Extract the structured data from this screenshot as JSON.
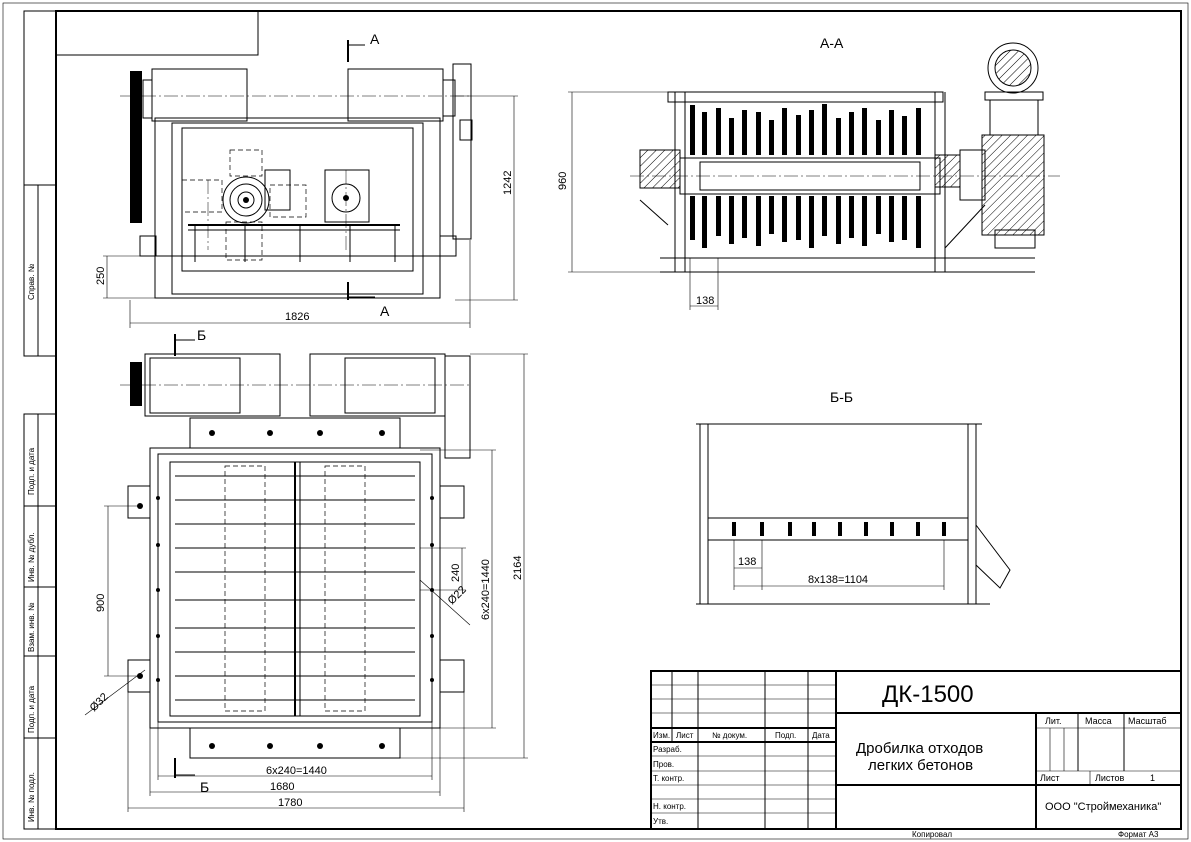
{
  "sections": {
    "aa_title": "А-А",
    "bb_title": "Б-Б",
    "cut_a": "А",
    "cut_b": "Б"
  },
  "dims": {
    "d1242": "1242",
    "d250": "250",
    "d1826": "1826",
    "d960": "960",
    "d138_top": "138",
    "d138_bb": "138",
    "d8x138": "8x138=1104",
    "d2164": "2164",
    "d6x240_v": "6x240=1440",
    "d240": "240",
    "d900": "900",
    "d6x240_h": "6x240=1440",
    "d1680": "1680",
    "d1780": "1780",
    "d_phi22": "Ø22",
    "d_phi32": "Ø32"
  },
  "side_strip": [
    "Справ. №",
    "Подп. и дата",
    "Инв. № дубл.",
    "Взам. инв. №",
    "Подп. и дата",
    "Инв. № подл."
  ],
  "title_block": {
    "designation": "ДК-1500",
    "name_line1": "Дробилка отходов",
    "name_line2": "легких бетонов",
    "lit_header": "Лит.",
    "mass_header": "Масса",
    "scale_header": "Масштаб",
    "sheet_label": "Лист",
    "sheets_label": "Листов",
    "sheets_value": "1",
    "company": "ООО \"Строймеханика\"",
    "col_izm": "Изм.",
    "col_list": "Лист",
    "col_doc": "№ докум.",
    "col_sign": "Подп.",
    "col_date": "Дата",
    "row_razrab": "Разраб.",
    "row_prov": "Пров.",
    "row_tkontr": "Т. контр.",
    "row_nkontr": "Н. контр.",
    "row_utv": "Утв."
  },
  "footer": {
    "copied": "Копировал",
    "format": "Формат А3"
  }
}
